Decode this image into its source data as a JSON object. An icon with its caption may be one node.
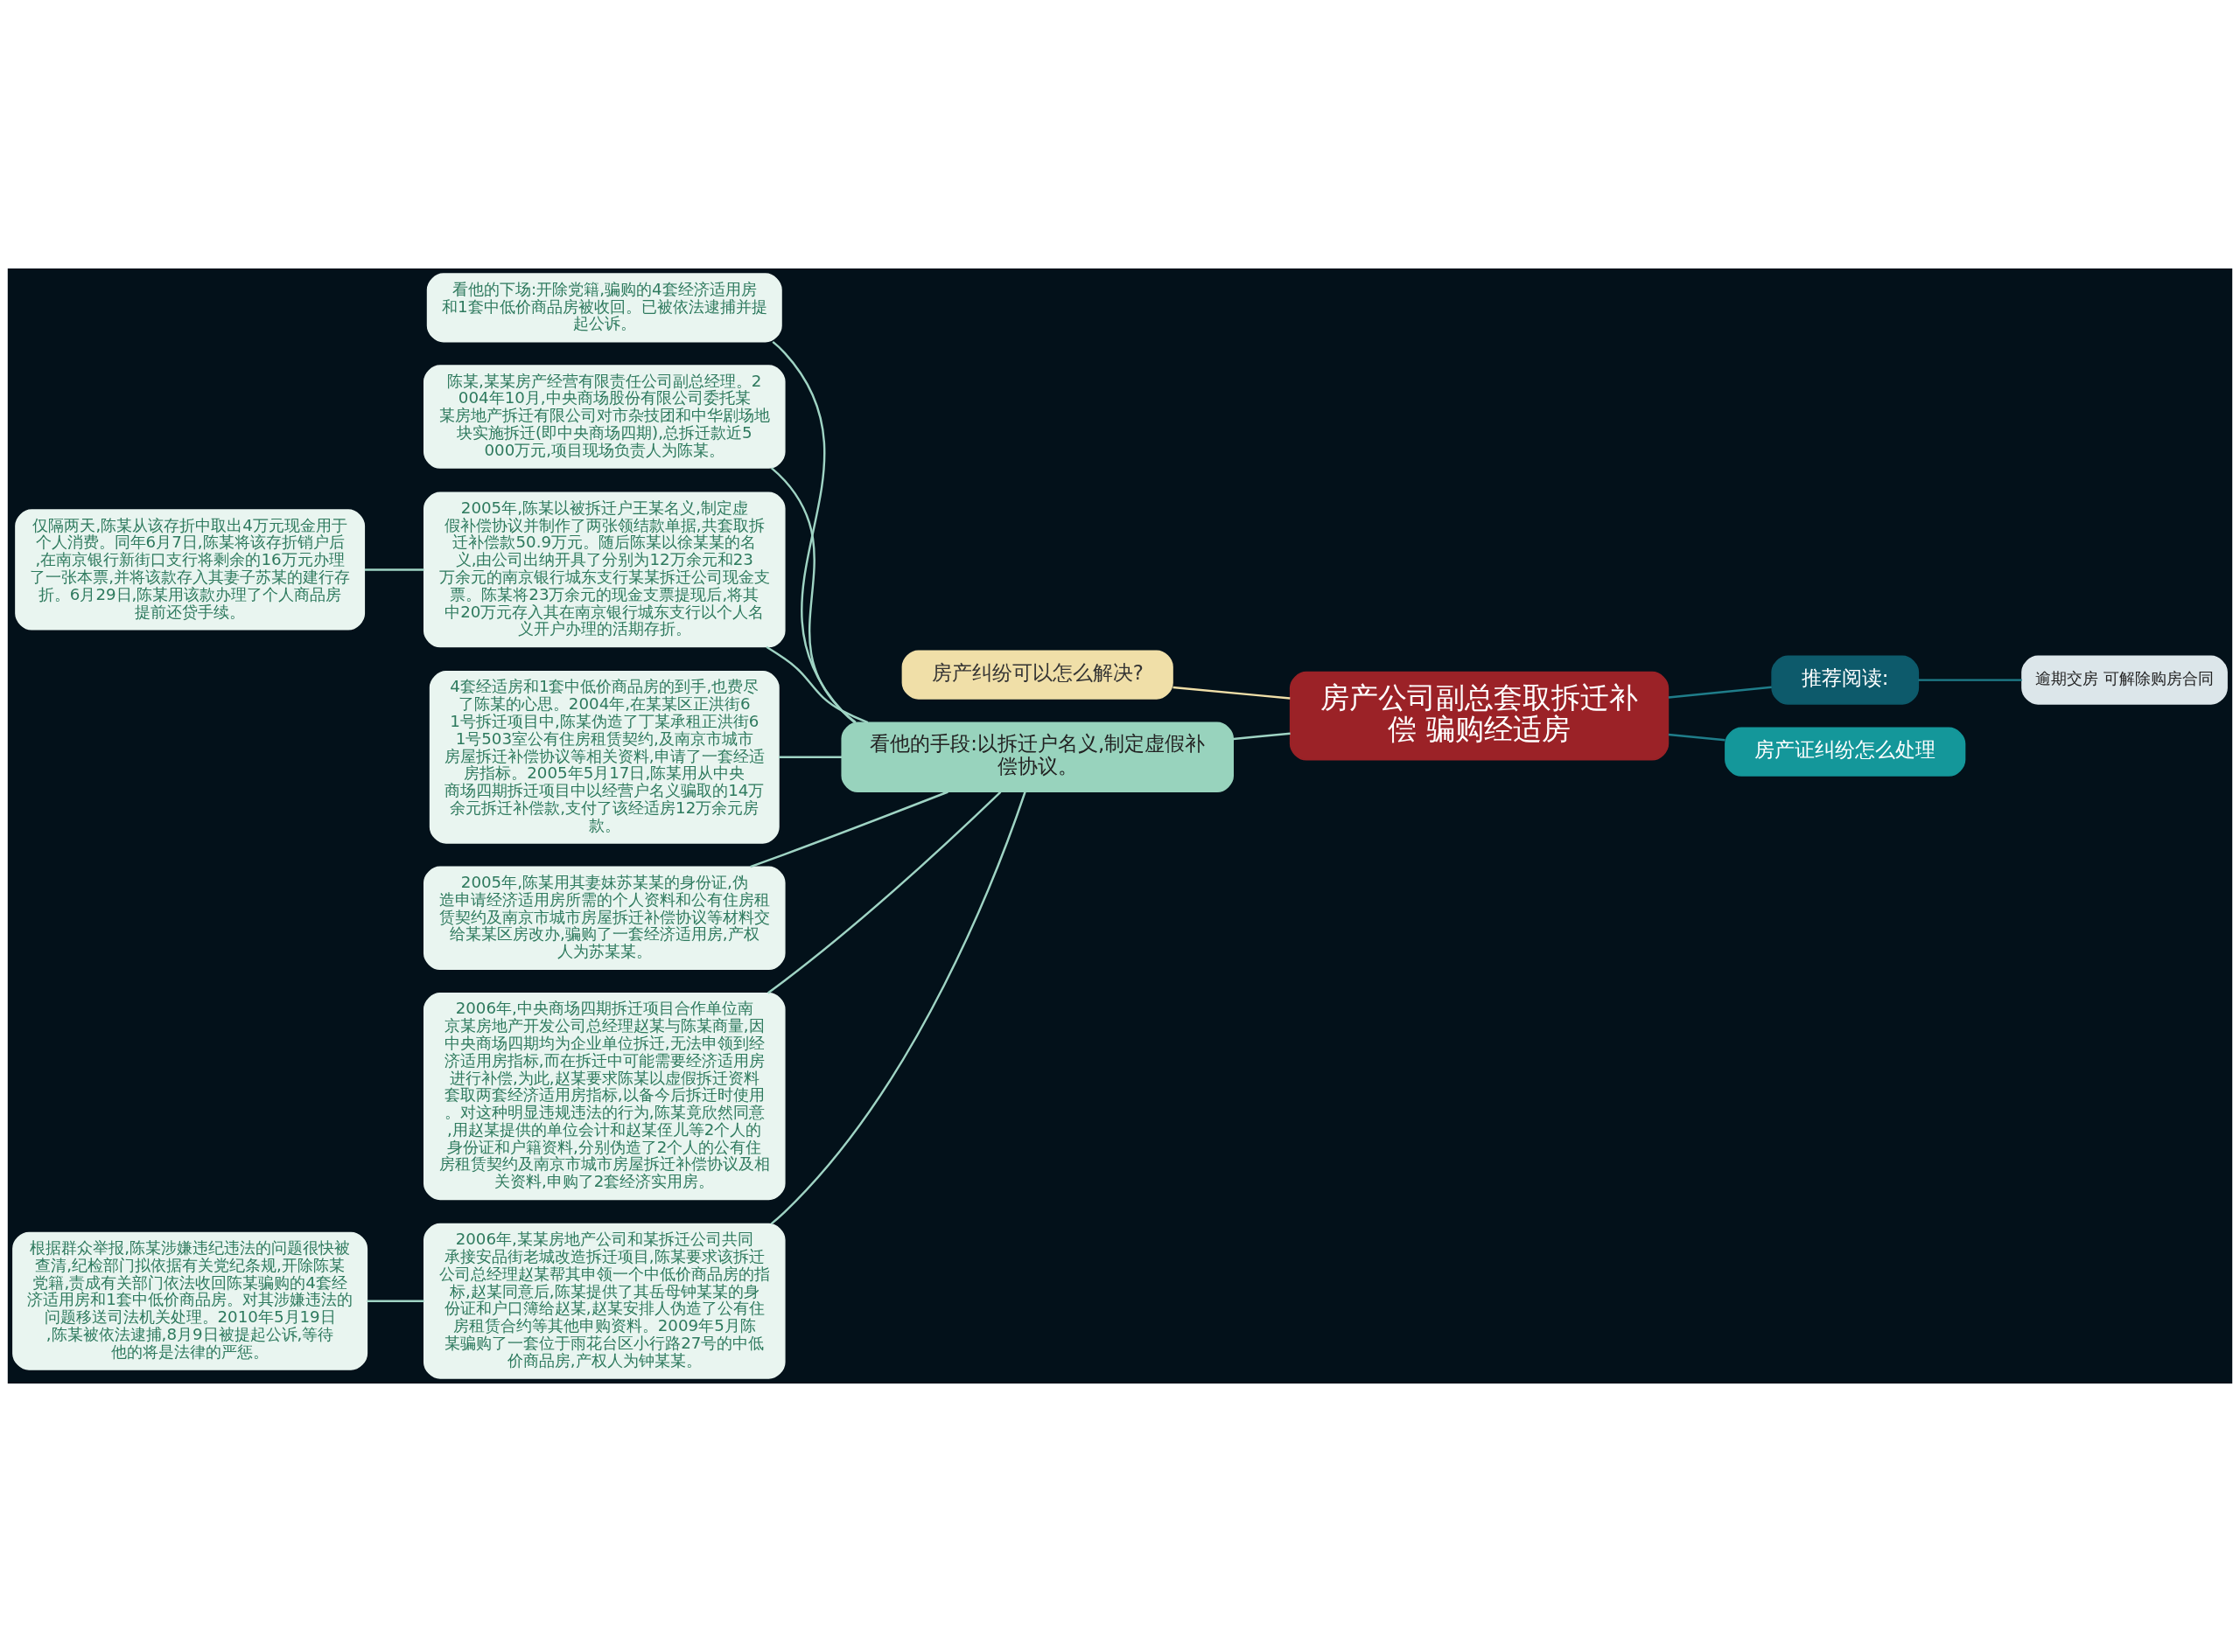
{
  "diagram": {
    "nodes": [
      {
        "text": [
          "房产公司副总套取拆迁补偿 骗购经适房"
        ]
      },
      {
        "text": [
          "房产纠纷可以怎么解决?"
        ]
      },
      {
        "text": [
          "推荐阅读:"
        ]
      },
      {
        "text": [
          "逾期交房 可解除购房合同"
        ]
      },
      {
        "text": [
          "房产证纠纷怎么处理"
        ]
      },
      {
        "text": [
          "看他的手段:以拆迁户名义,制定虚假补偿协议。"
        ]
      },
      {
        "text": [
          "看他的下场:开除党籍,骗购的4套经济适用房和1套中低价商品房被收回。已被依法逮捕并提起公诉。"
        ]
      },
      {
        "text": [
          "陈某,某某房产经营有限责任公司副总经理。2004年10月,中央商场股份有限公司委托某某房地产拆迁有限公司对市杂技团和中华剧场地块实施拆迁(即中央商场四期),总拆迁款近5000万元,项目现场负责人为陈某。"
        ]
      },
      {
        "text": [
          "2005年,陈某以被拆迁户王某名义,制定虚假补偿协议并制作了两张领结款单据,共套取拆迁补偿款50.9万元。随后陈某以徐某某的名义,由公司出纳开具了分别为12万余元和23万余元的南京银行城东支行某某拆迁公司现金支票。陈某将23万余元的现金支票提现后,将其中20万元存入其在南京银行城东支行以个人名义开户办理的活期存折。"
        ]
      },
      {
        "text": [
          "4套经适房和1套中低价商品房的到手,也费尽了陈某的心思。2004年,在某某区正洪街61号拆迁项目中,陈某伪造了丁某承租正洪街61号503室公有住房租赁契约,及南京市城市房屋拆迁补偿协议等相关资料,申请了一套经适房指标。2005年5月17日,陈某用从中央商场四期拆迁项目中以经营户名义骗取的14万余元拆迁补偿款,支付了该经适房12万余元房款。"
        ]
      },
      {
        "text": [
          "2005年,陈某用其妻妹苏某某的身份证,伪造申请经济适用房所需的个人资料和公有住房租赁契约及南京市城市房屋拆迁补偿协议等材料交给某某区房改办,骗购了一套经济适用房,产权人为苏某某。"
        ]
      },
      {
        "text": [
          "2006年,中央商场四期拆迁项目合作单位南京某房地产开发公司总经理赵某与陈某商量,因中央商场四期均为企业单位拆迁,无法申领到经济适用房指标,而在拆迁中可能需要经济适用房进行补偿,为此,赵某要求陈某以虚假拆迁资料套取两套经济适用房指标,以备今后拆迁时使用。对这种明显违规违法的行为,陈某竟欣然同意,用赵某提供的单位会计和赵某侄儿等2个人的身份证和户籍资料,分别伪造了2个人的公有住房租赁契约及南京市城市房屋拆迁补偿协议及相关资料,申购了2套经济实用房。"
        ]
      },
      {
        "text": [
          "2006年,某某房地产公司和某拆迁公司共同承接安品街老城改造拆迁项目,陈某要求该拆迁公司总经理赵某帮其申领一个中低价商品房的指标,赵某同意后,陈某提供了其岳母钟某某的身份证和户口簿给赵某,赵某安排人伪造了公有住房租赁合约等其他申购资料。2009年5月陈某骗购了一套位于雨花台区小行路27号的中低价商品房,产权人为钟某某。"
        ]
      },
      {
        "text": [
          "仅隔两天,陈某从该存折中取出4万元现金用于个人消费。同年6月7日,陈某将该存折销户后,在南京银行新街口支行将剩余的16万元办理了一张本票,并将该款存入其妻子苏某的建行存折。6月29日,陈某用该款办理了个人商品房提前还贷手续。"
        ]
      },
      {
        "text": [
          "根据群众举报,陈某涉嫌违纪违法的问题很快被查清,纪检部门拟依据有关党纪条规,开除陈某党籍,责成有关部门依法收回陈某骗购的4套经济适用房和1套中低价商品房。对其涉嫌违法的问题移送司法机关处理。2010年5月19日,陈某被依法逮捕,8月9日被提起公诉,等待他的将是法律的严惩。"
        ]
      }
    ],
    "edges": [
      {
        "from": 0,
        "to": 1,
        "arrow": "none",
        "color": "#f0dfa8"
      },
      {
        "from": 0,
        "to": 2,
        "arrow": "none",
        "color": "#1f7d8a"
      },
      {
        "from": 2,
        "to": 3,
        "arrow": "none",
        "color": "#1f7d8a"
      },
      {
        "from": 0,
        "to": 4,
        "arrow": "none",
        "color": "#1f7d8a"
      },
      {
        "from": 0,
        "to": 5,
        "arrow": "none"
      },
      {
        "from": 5,
        "to": 6,
        "arrow": "none"
      },
      {
        "from": 5,
        "to": 7,
        "arrow": "none"
      },
      {
        "from": 5,
        "to": 8,
        "arrow": "none"
      },
      {
        "from": 5,
        "to": 9,
        "arrow": "none"
      },
      {
        "from": 5,
        "to": 10,
        "arrow": "none"
      },
      {
        "from": 5,
        "to": 11,
        "arrow": "none"
      },
      {
        "from": 5,
        "to": 12,
        "arrow": "none"
      },
      {
        "from": 8,
        "to": 13,
        "arrow": "none"
      },
      {
        "from": 12,
        "to": 14,
        "arrow": "none"
      }
    ]
  }
}
